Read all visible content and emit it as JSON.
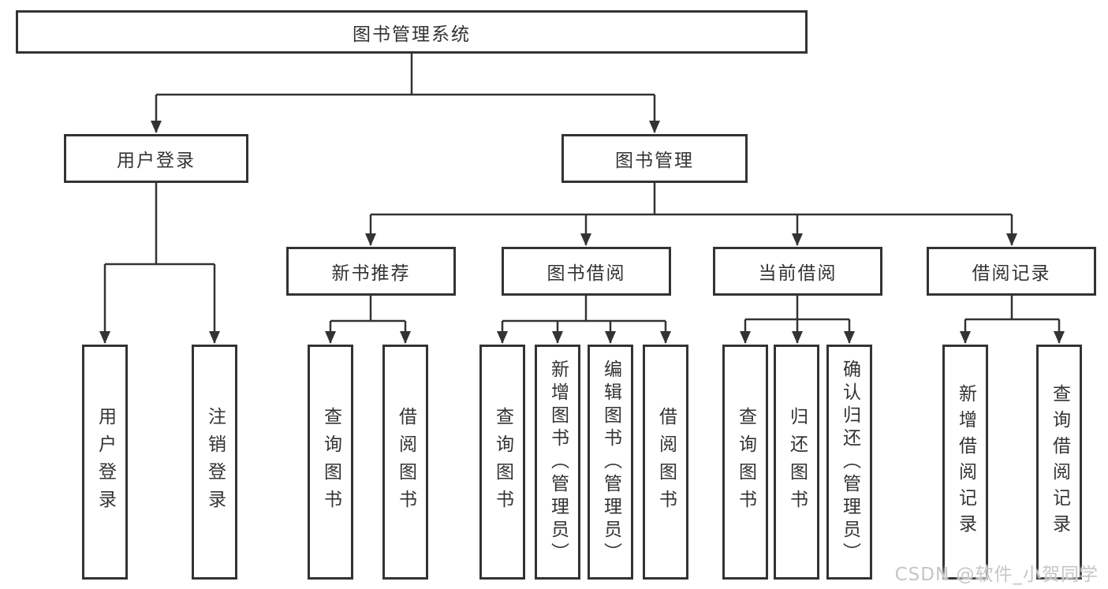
{
  "diagram": {
    "root": "图书管理系统",
    "level2": {
      "user_login": "用户登录",
      "book_mgmt": "图书管理"
    },
    "level3": {
      "new_books": "新书推荐",
      "book_borrow": "图书借阅",
      "current_borrow": "当前借阅",
      "borrow_records": "借阅记录"
    },
    "leaves": {
      "user_login": "用户登录",
      "logout": "注销登录",
      "nb_search": "查询图书",
      "nb_borrow": "借阅图书",
      "bb_search": "查询图书",
      "bb_add": "新增图书（管理员）",
      "bb_edit": "编辑图书（管理员）",
      "bb_borrow": "借阅图书",
      "cb_search": "查询图书",
      "cb_return": "归还图书",
      "cb_confirm": "确认归还（管理员）",
      "br_add": "新增借阅记录",
      "br_search": "查询借阅记录"
    }
  },
  "watermark": "CSDN @软件_小贺同学",
  "colors": {
    "line": "#333333",
    "text": "#333333",
    "box_background": "#ffffff",
    "page_background": "#ffffff",
    "watermark": "#c6c6c6"
  }
}
